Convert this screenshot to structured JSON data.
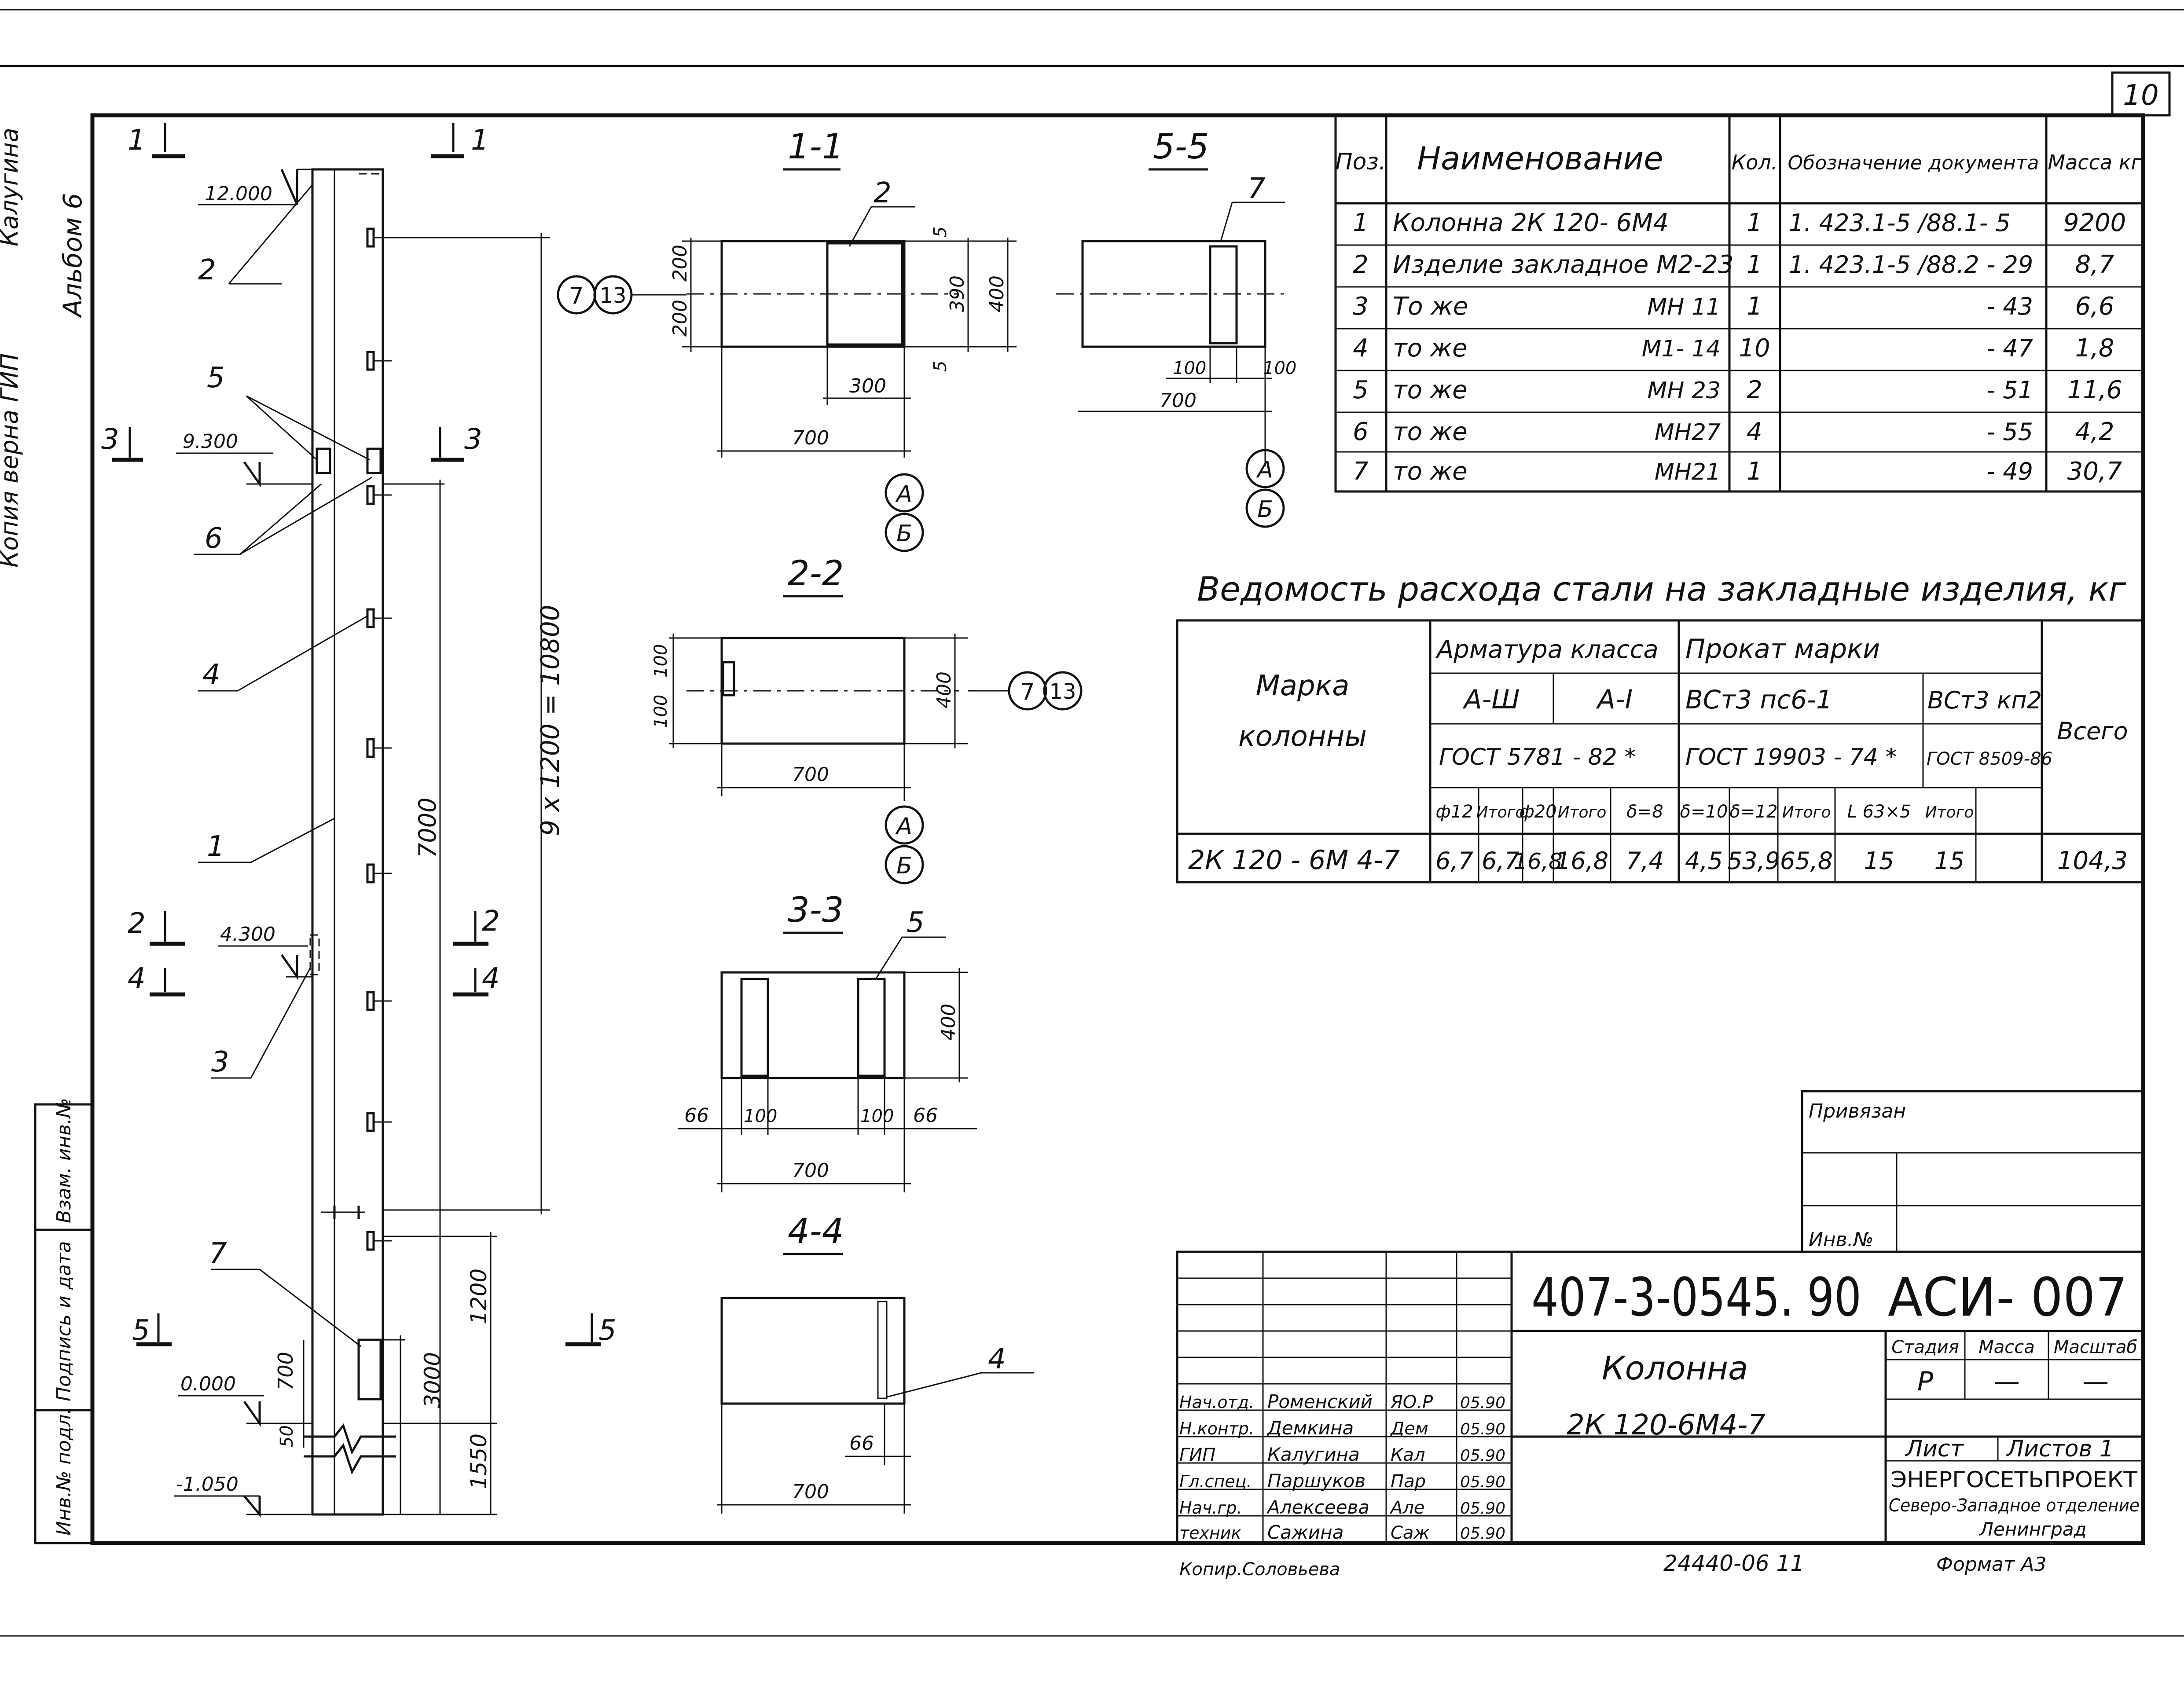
{
  "sheet": {
    "sheet_number": "10",
    "margin_notes": [
      "Копия верна ГИП",
      "Калугина",
      "Альбом 6"
    ],
    "bottom_note_left": "Копир.Соловьева",
    "bottom_note_mid": "24440-06   11",
    "bottom_note_format": "Формат А3"
  },
  "column_elevation": {
    "labels_left": {
      "elev_top": "12.000",
      "elev_mid": "9.300",
      "elev_low": "4.300",
      "elev_zero": "0.000",
      "elev_neg": "-1.050"
    },
    "callouts": [
      "1",
      "2",
      "3",
      "4",
      "5",
      "6",
      "7"
    ],
    "section_marks": [
      "1",
      "1",
      "3",
      "3",
      "2",
      "2",
      "4",
      "4",
      "5",
      "5"
    ],
    "dims": {
      "d_7000": "7000",
      "d_span": "9 x 1200 = 10800",
      "d_1200": "1200",
      "d_3000": "3000",
      "d_1550": "1550",
      "d_700": "700",
      "d_50": "50"
    }
  },
  "sections": {
    "s11": {
      "title": "1-1",
      "callout": "2",
      "d200a": "200",
      "d200b": "200",
      "d390": "390",
      "d400": "400",
      "d5a": "5",
      "d5b": "5",
      "d300": "300",
      "d700": "700",
      "m7": "7",
      "m13": "13",
      "axA": "А",
      "axB": "Б"
    },
    "s55": {
      "title": "5-5",
      "callout": "7",
      "d100a": "100",
      "d100b": "100",
      "d700": "700",
      "axA": "А",
      "axB": "Б"
    },
    "s22": {
      "title": "2-2",
      "d100a": "100",
      "d100b": "100",
      "d400": "400",
      "d700": "700",
      "m7": "7",
      "m13": "13",
      "axA": "А",
      "axB": "Б"
    },
    "s33": {
      "title": "3-3",
      "callout": "5",
      "d400": "400",
      "d66a": "66",
      "d100a": "100",
      "d100b": "100",
      "d66b": "66",
      "d700": "700"
    },
    "s44": {
      "title": "4-4",
      "callout": "4",
      "d66": "66",
      "d700": "700"
    }
  },
  "spec_table": {
    "headers": [
      "Поз.",
      "Наименование",
      "Кол.",
      "Обозначение документа",
      "Масса кг"
    ],
    "rows": [
      {
        "pos": "1",
        "name": "Колонна 2К 120- 6М4",
        "mark": "",
        "qty": "1",
        "doc": "1. 423.1-5 /88.1- 5",
        "mass": "9200"
      },
      {
        "pos": "2",
        "name": "Изделие закладное  М2-23",
        "mark": "",
        "qty": "1",
        "doc": "1. 423.1-5 /88.2 - 29",
        "mass": "8,7"
      },
      {
        "pos": "3",
        "name": "То же",
        "mark": "МН 11",
        "qty": "1",
        "doc": "- 43",
        "mass": "6,6"
      },
      {
        "pos": "4",
        "name": "то же",
        "mark": "М1- 14",
        "qty": "10",
        "doc": "- 47",
        "mass": "1,8"
      },
      {
        "pos": "5",
        "name": "то же",
        "mark": "МН 23",
        "qty": "2",
        "doc": "- 51",
        "mass": "11,6"
      },
      {
        "pos": "6",
        "name": "то же",
        "mark": "МН27",
        "qty": "4",
        "doc": "- 55",
        "mass": "4,2"
      },
      {
        "pos": "7",
        "name": "то же",
        "mark": "МН21",
        "qty": "1",
        "doc": "- 49",
        "mass": "30,7"
      }
    ]
  },
  "steel_table": {
    "title": "Ведомость расхода стали на закладные изделия, кг",
    "col_mark_l1": "Марка",
    "col_mark_l2": "колонны",
    "grp_armatura": "Арматура класса",
    "grp_prokat": "Прокат   марки",
    "cls_a3": "А-Ш",
    "cls_a1": "А-I",
    "steel_1": "ВСт3 пс6-1",
    "steel_2": "ВСт3 кп2",
    "gost_1": "ГОСТ 5781 - 82 *",
    "gost_2": "ГОСТ 19903 - 74 *",
    "gost_3": "ГОСТ 8509-86",
    "total_hdr": "Всего",
    "sub_headers": [
      "ф12",
      "Итого",
      "ф20",
      "Итого",
      "δ=8",
      "δ=10",
      "δ=12",
      "Итого",
      "L 63×5",
      "Итого"
    ],
    "row_mark": "2К 120 - 6М 4-7",
    "row_values": [
      "6,7",
      "6,7",
      "16,8",
      "16,8",
      "7,4",
      "4,5",
      "53,9",
      "65,8",
      "15",
      "15"
    ],
    "row_total": "104,3"
  },
  "privyazan": {
    "label": "Привязан",
    "inv_label": "Инв.№"
  },
  "side_stamp": [
    "Взам. инв.№",
    "Подпись и дата",
    "Инв.№ подл."
  ],
  "title_block": {
    "code": "407-3-0545. 90",
    "sheet_code": "АСИ- 007",
    "name_l1": "Колонна",
    "name_l2": "2К 120-6М4-7",
    "stage_hdr": "Стадия",
    "mass_hdr": "Масса",
    "scale_hdr": "Масштаб",
    "stage": "Р",
    "mass": "—",
    "scale": "—",
    "sheet_lbl": "Лист",
    "sheets_lbl": "Листов 1",
    "org_l1": "ЭНЕРГОСЕТЬПРОЕКТ",
    "org_l2": "Северо-Западное отделение",
    "org_l3": "Ленинград",
    "signers": [
      {
        "role": "Нач.отд.",
        "name": "Роменский",
        "sign": "ЯО.Р",
        "date": "05.90"
      },
      {
        "role": "Н.контр.",
        "name": "Демкина",
        "sign": "Дем",
        "date": "05.90"
      },
      {
        "role": "ГИП",
        "name": "Калугина",
        "sign": "Кал",
        "date": "05.90"
      },
      {
        "role": "Гл.спец.",
        "name": "Паршуков",
        "sign": "Пар",
        "date": "05.90"
      },
      {
        "role": "Нач.гр.",
        "name": "Алексеева",
        "sign": "Але",
        "date": "05.90"
      },
      {
        "role": "техник",
        "name": "Сажина",
        "sign": "Саж",
        "date": "05.90"
      }
    ]
  }
}
